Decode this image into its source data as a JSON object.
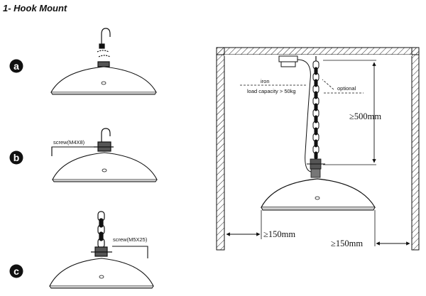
{
  "title": "1- Hook Mount",
  "steps": [
    {
      "letter": "a"
    },
    {
      "letter": "b",
      "screw_label": "screw(M4X8)"
    },
    {
      "letter": "c",
      "screw_label": "screw(M5X25)"
    }
  ],
  "install": {
    "iron_label": "iron",
    "load_label": "load capacity > 50kg",
    "optional_label": "optional",
    "ceiling_distance": "≥500mm",
    "left_clearance": "≥150mm",
    "right_clearance": "≥150mm"
  }
}
